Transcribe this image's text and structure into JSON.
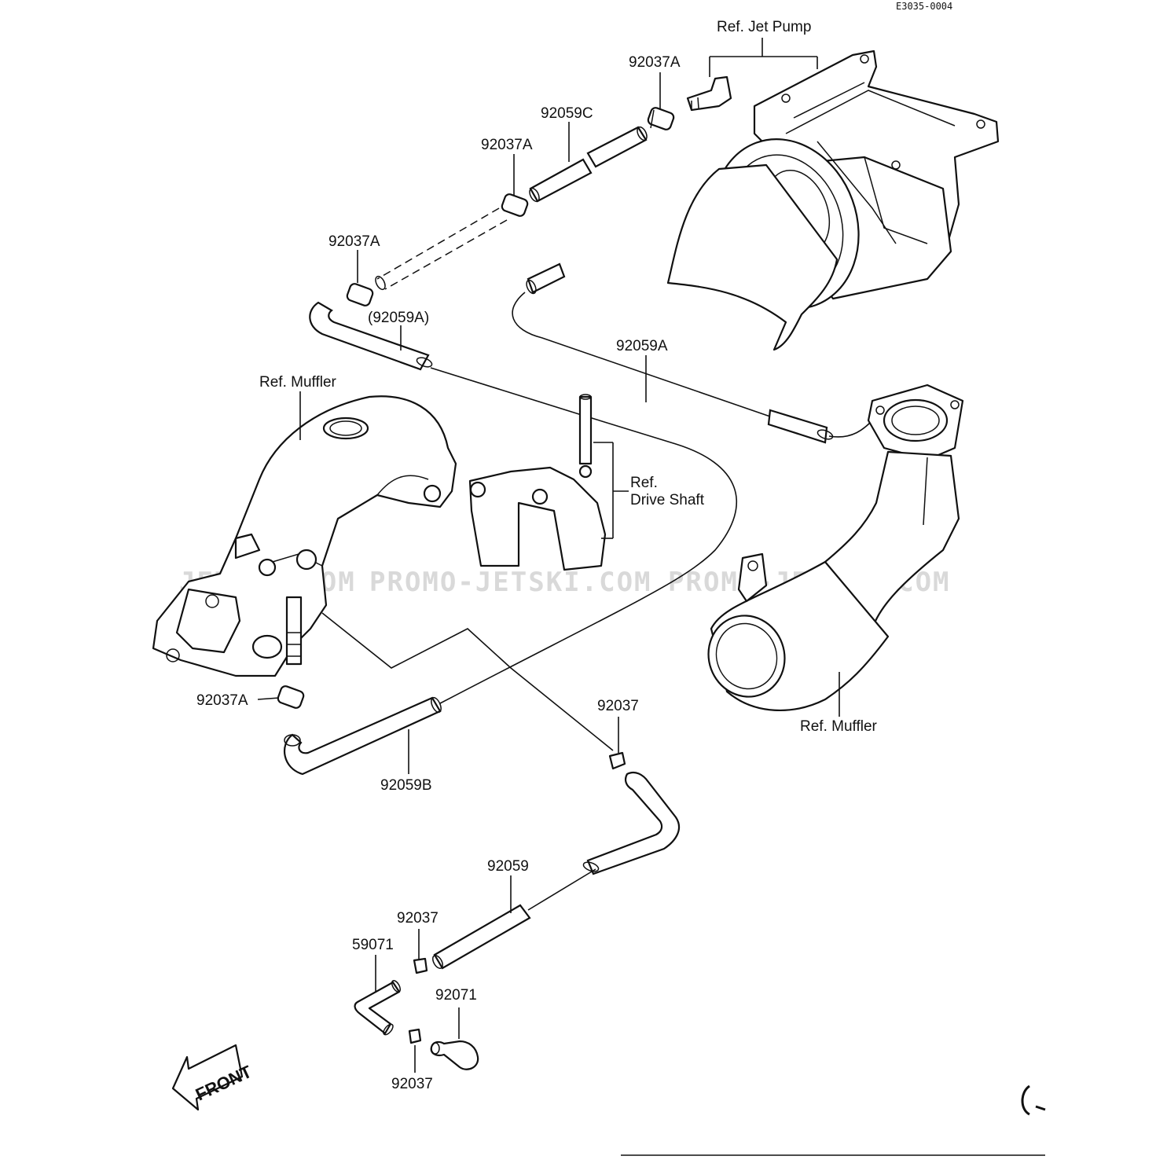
{
  "drawing_number": "E3035-0004",
  "watermark": {
    "text_left": "JETSKI.COM",
    "text_mid": "PROMO-JETSKI.COM",
    "text_right": "PROMO-JETSKI.COM"
  },
  "labels": {
    "ref_jet_pump": "Ref. Jet Pump",
    "clamp_top": "92037A",
    "hose_92059C": "92059C",
    "clamp_mid": "92037A",
    "clamp_upper_left": "92037A",
    "hose_92059A_paren": "(92059A)",
    "hose_92059A": "92059A",
    "ref_muffler_left": "Ref. Muffler",
    "ref_drive_shaft_1": "Ref.",
    "ref_drive_shaft_2": "Drive Shaft",
    "clamp_lower_left": "92037A",
    "hose_92059B": "92059B",
    "clamp_92037_mid": "92037",
    "ref_muffler_right": "Ref. Muffler",
    "hose_92059": "92059",
    "clamp_92037_low": "92037",
    "fitting_59071": "59071",
    "cap_92071": "92071",
    "clamp_92037_bottom": "92037",
    "front_arrow": "FRONT"
  }
}
